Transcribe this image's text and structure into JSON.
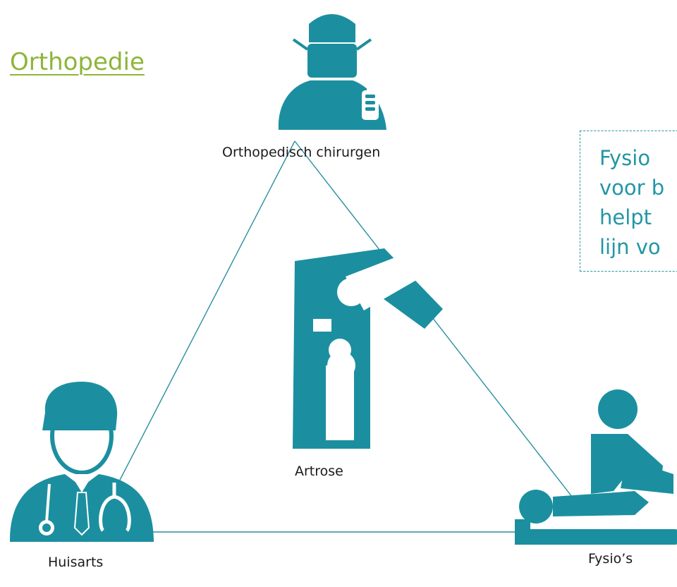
{
  "title": "Orthopedie",
  "nodes": {
    "surgeon": "Orthopedisch chirurgen",
    "center": "Artrose",
    "gp": "Huisarts",
    "physio": "Fysio’s"
  },
  "callout": {
    "lines": [
      "Fysio",
      "voor b",
      "helpt",
      "lijn vo"
    ]
  },
  "colors": {
    "icon": "#1b8fa0",
    "title": "#8db53a",
    "callout": "#2396a6",
    "line": "#2a8fa0"
  },
  "icons": [
    "surgeon-icon",
    "knee-joint-icon",
    "doctor-stethoscope-icon",
    "physiotherapy-icon"
  ]
}
